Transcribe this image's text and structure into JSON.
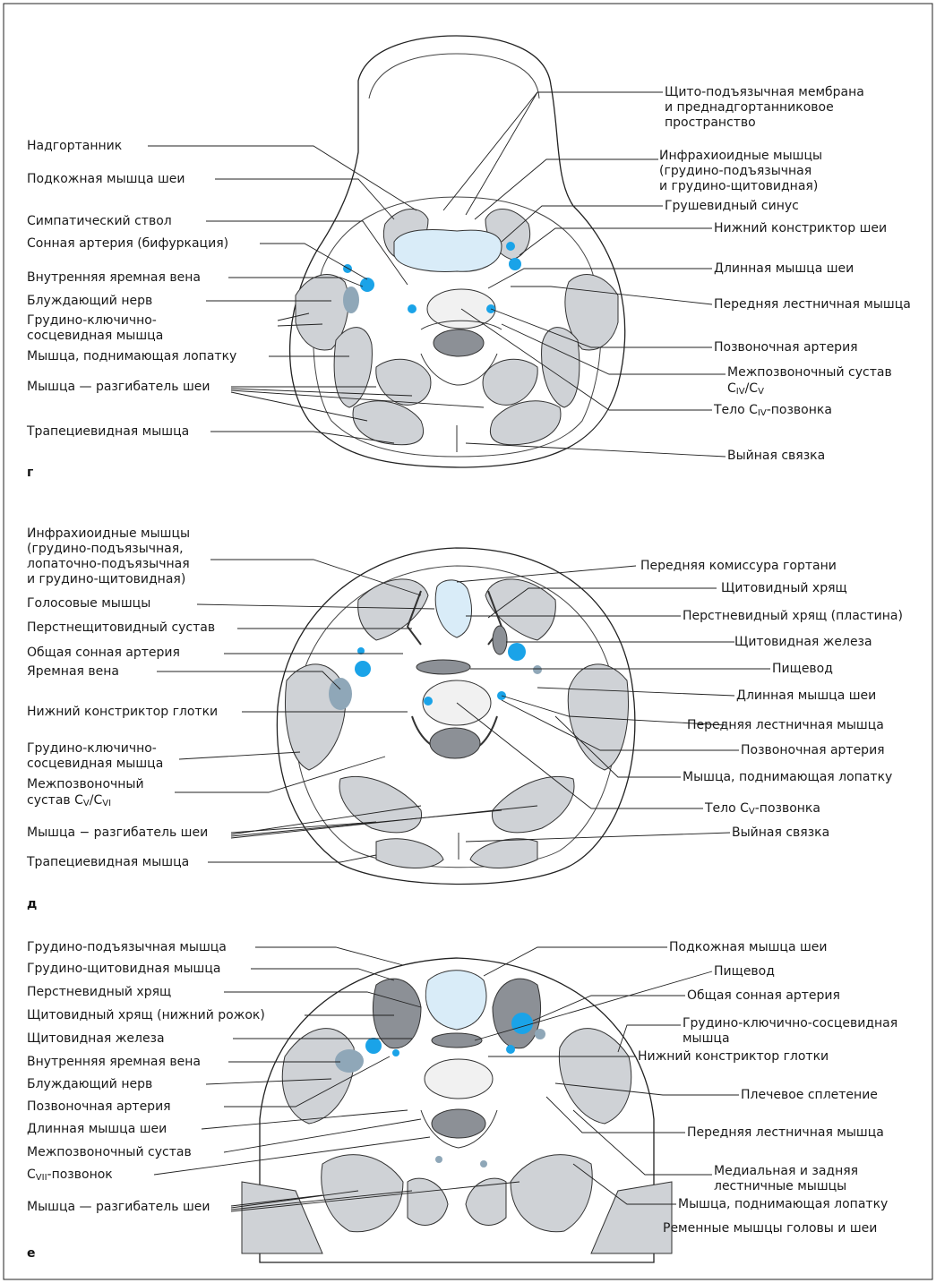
{
  "panels": [
    {
      "letter": "г",
      "labels_left": [
        "Надгортанник",
        "Подкожная мышца шеи",
        "Симпатический ствол",
        "Сонная артерия (бифуркация)",
        "Внутренняя яремная вена",
        "Блуждающий нерв",
        "Грудино-ключично-\nсосцевидная мышца",
        "Мышца, поднимающая лопатку",
        "Мышца — разгибатель шеи",
        "Трапециевидная мышца"
      ],
      "labels_right": [
        "Щито-подъязычная мембрана\nи преднадгортанниковое\nпространство",
        "Инфрахиоидные мышцы\n(грудино-подъязычная\nи грудино-щитовидная)",
        "Грушевидный синус",
        "Нижний констриктор шеи",
        "Длинная мышца шеи",
        "Передняя лестничная мышца",
        "Позвоночная артерия",
        "Межпозвоночный сустав",
        "Тело C",
        "Выйная связка"
      ],
      "sub_labels": {
        "joint_c4": "C",
        "joint_iv": "IV",
        "joint_slash": "/C",
        "joint_v": "V",
        "body_iv": "IV",
        "body_suffix": "-позвонка"
      }
    },
    {
      "letter": "д",
      "labels_left": [
        "Инфрахиоидные мышцы\n(грудино-подъязычная,\nлопаточно-подъязычная\nи грудино-щитовидная)",
        "Голосовые мышцы",
        "Перстнещитовидный сустав",
        "Общая сонная артерия",
        "Яремная вена",
        "Нижний констриктор глотки",
        "Грудино-ключично-\nсосцевидная мышца",
        "Межпозвоночный",
        "сустав C",
        "Мышца − разгибатель шеи",
        "Трапециевидная мышца"
      ],
      "labels_right": [
        "Передняя комиссура гортани",
        "Щитовидный хрящ",
        "Перстневидный хрящ (пластина)",
        "Щитовидная железа",
        "Пищевод",
        "Длинная мышца шеи",
        "Передняя лестничная мышца",
        "Позвоночная артерия",
        "Мышца, поднимающая лопатку",
        "Тело C",
        "Выйная связка"
      ],
      "sub_labels": {
        "joint_v": "V",
        "joint_slash": "/C",
        "joint_vi": "VI",
        "body_v": "V",
        "body_suffix": "-позвонка"
      }
    },
    {
      "letter": "е",
      "labels_left": [
        "Грудино-подъязычная мышца",
        "Грудино-щитовидная мышца",
        "Перстневидный хрящ",
        "Щитовидный хрящ (нижний рожок)",
        "Щитовидная железа",
        "Внутренняя яремная вена",
        "Блуждающий нерв",
        "Позвоночная артерия",
        "Длинная мышца шеи",
        "Межпозвоночный сустав",
        "C",
        "Мышца — разгибатель шеи"
      ],
      "labels_right": [
        "Подкожная мышца шеи",
        "Пищевод",
        "Общая сонная артерия",
        "Грудино-ключично-сосцевидная\nмышца",
        "Нижний констриктор глотки",
        "Плечевое сплетение",
        "Передняя лестничная мышца",
        "Медиальная и задняя\nлестничные мышцы",
        "Мышца, поднимающая лопатку",
        "Ременные мышцы головы и шеи"
      ],
      "sub_labels": {
        "vert_vii": "VII",
        "vert_suffix": "-позвонок"
      }
    }
  ],
  "colors": {
    "muscle": "#cfd2d6",
    "muscle_dark": "#8c9096",
    "vessel_blue": "#1aa3e8",
    "vein_gray": "#8fa7b8",
    "airway": "#d9ecf8",
    "bone": "#f1f1f1",
    "line": "#222222"
  }
}
